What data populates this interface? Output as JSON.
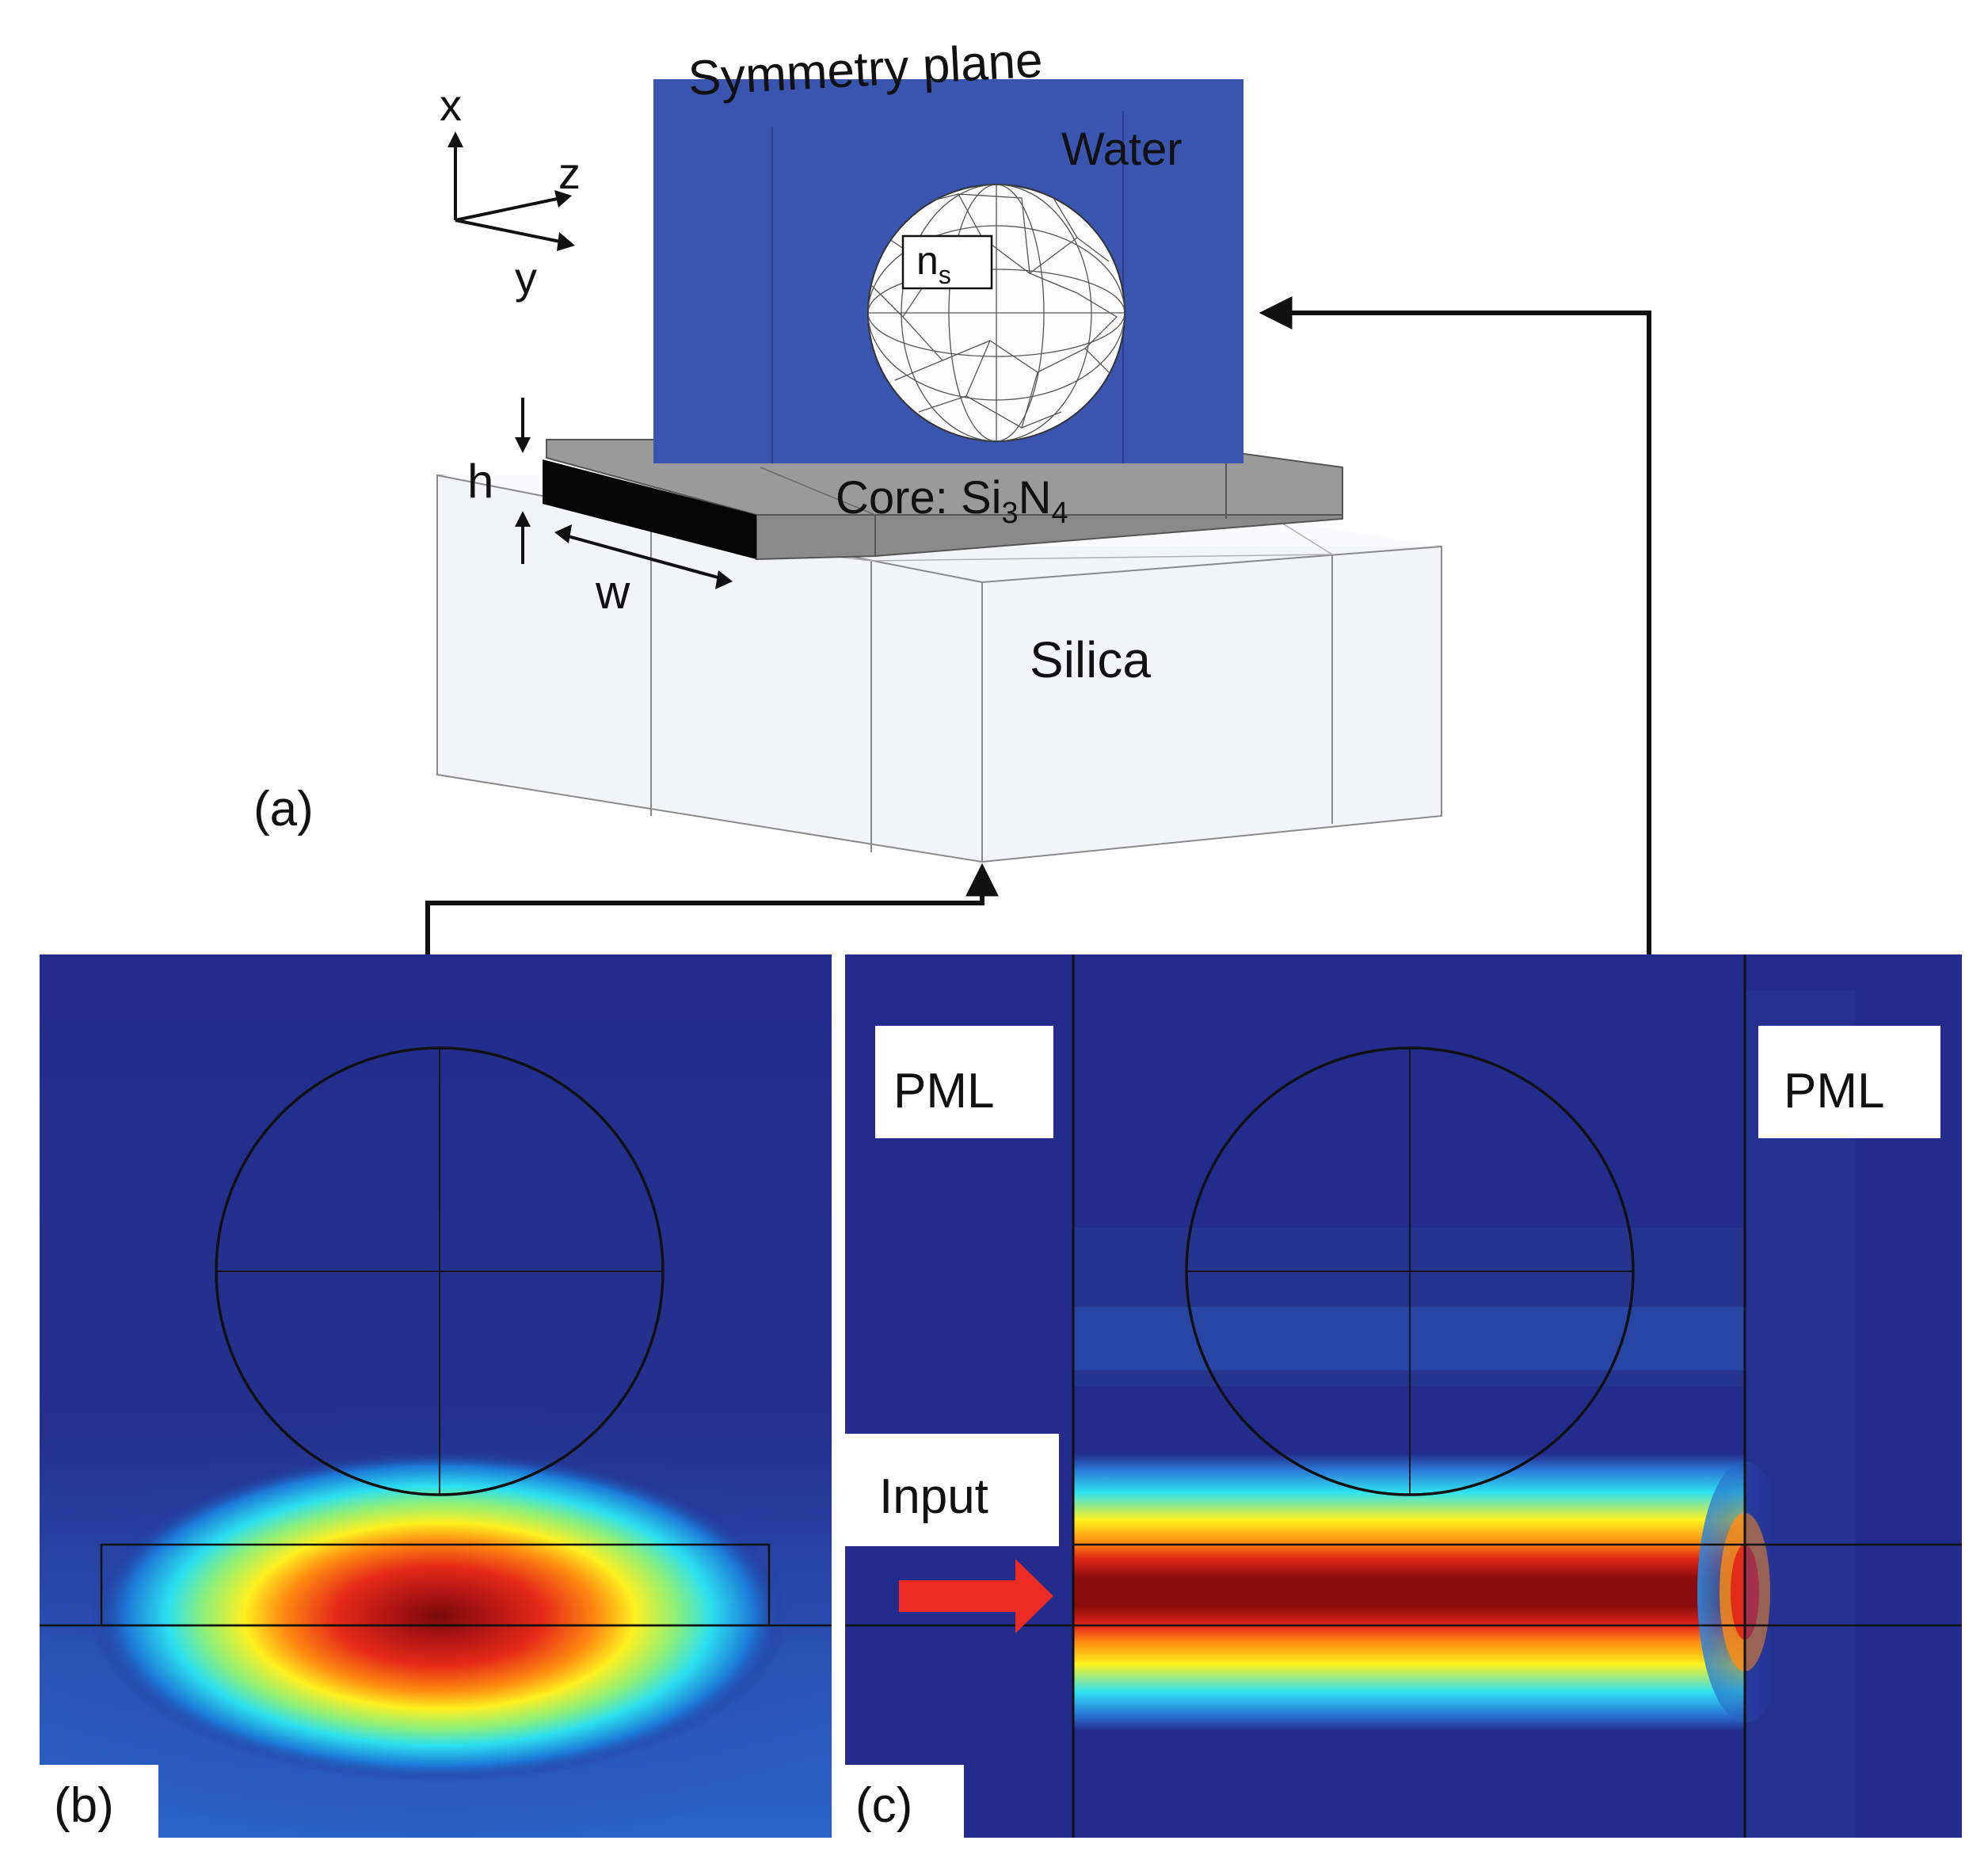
{
  "panel_a": {
    "symmetry_plane_label": "Symmetry plane",
    "water_label": "Water",
    "sphere_index_label": "n",
    "sphere_index_subscript": "s",
    "core_label_prefix": "Core: Si",
    "core_label_sub1": "3",
    "core_label_mid": "N",
    "core_label_sub2": "4",
    "silica_label": "Silica",
    "height_label": "h",
    "width_label": "w",
    "axis_x": "x",
    "axis_y": "y",
    "axis_z": "z",
    "panel_tag": "(a)"
  },
  "panel_b": {
    "panel_tag": "(b)"
  },
  "panel_c": {
    "pml_left": "PML",
    "pml_right": "PML",
    "input_label": "Input",
    "panel_tag": "(c)"
  },
  "colors": {
    "plane_blue": "#3a55b0",
    "field_background": "#232c8c",
    "core_black": "#050505",
    "core_gray": "#9a9a9a",
    "silica_white": "#f7f8fb",
    "arrow_red": "#ee2a24"
  }
}
